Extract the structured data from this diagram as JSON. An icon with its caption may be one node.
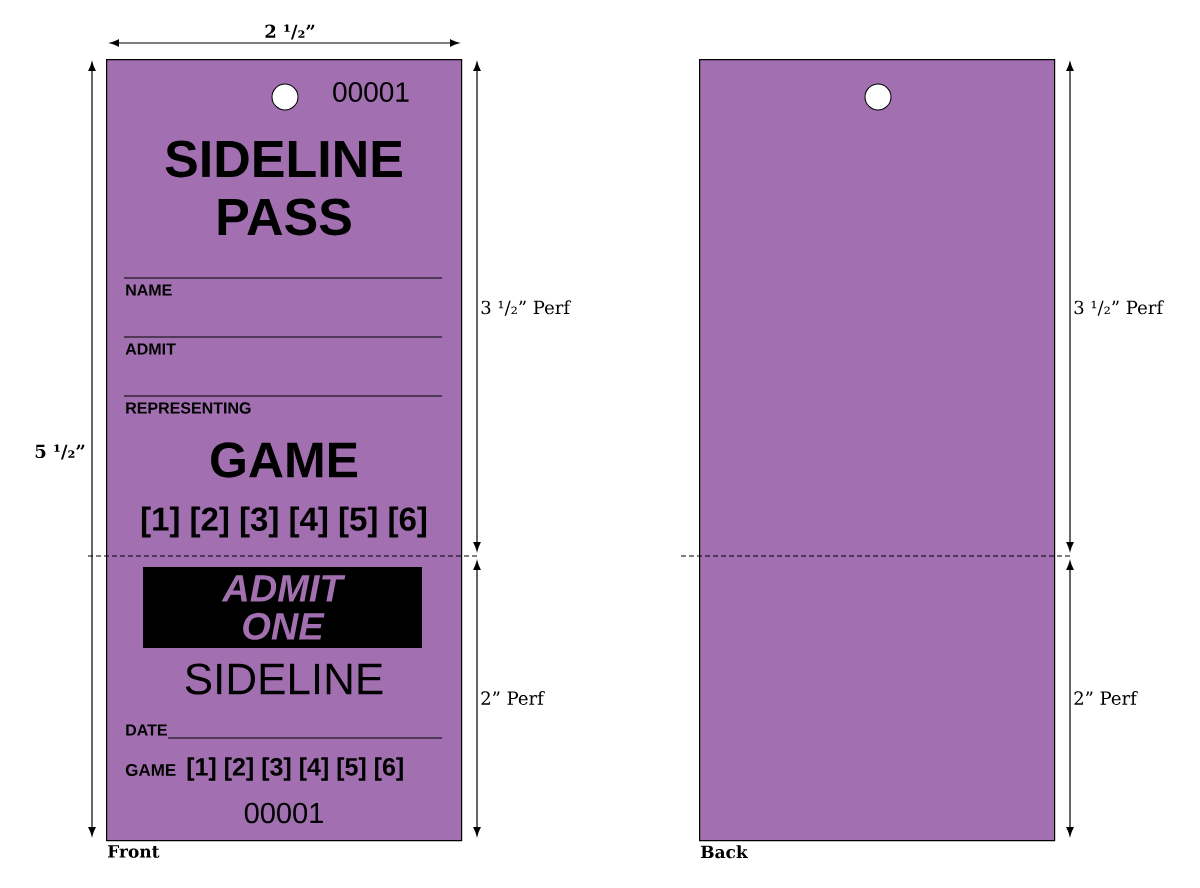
{
  "diagram": {
    "nodes": [
      {
        "text": [
          "00001",
          "SIDELINE PASS",
          "NAME",
          "ADMIT",
          "REPRESENTING",
          "GAME",
          "[1] [2] [3] [4] [5] [6]",
          "SIDELINE",
          "DATE",
          "GAME",
          "[1] [2] [3] [4] [5] [6]",
          "00001"
        ],
        "beside": [
          "Front"
        ]
      },
      {
        "text": [
          "ADMIT ONE"
        ],
        "in": 0
      },
      {
        "text": [],
        "shape": "box",
        "beside": [
          "Back"
        ]
      }
    ],
    "labels": [
      "2 ¹/₂”",
      "5 ¹/₂”",
      "3 ¹/₂” Perf",
      "2” Perf",
      "3 ¹/₂” Perf",
      "2” Perf"
    ]
  }
}
